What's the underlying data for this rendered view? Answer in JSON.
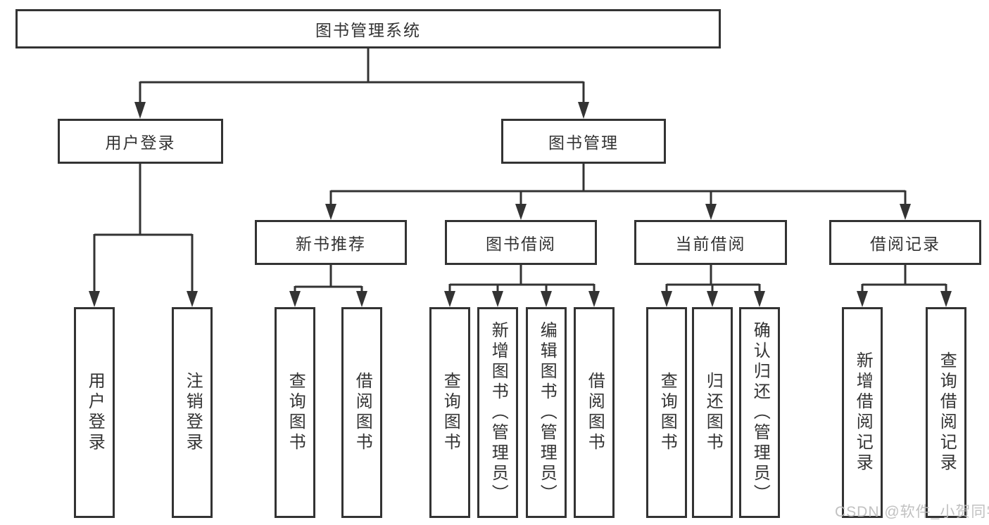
{
  "diagram": {
    "root": {
      "label": "图书管理系统"
    },
    "level2": [
      {
        "label": "用户登录",
        "children": [
          "用户登录",
          "注销登录"
        ]
      },
      {
        "label": "图书管理"
      }
    ],
    "level3": [
      {
        "label": "新书推荐",
        "children": [
          "查询图书",
          "借阅图书"
        ]
      },
      {
        "label": "图书借阅",
        "children": [
          "查询图书",
          "新增图书（管理员）",
          "编辑图书（管理员）",
          "借阅图书"
        ]
      },
      {
        "label": "当前借阅",
        "children": [
          "查询图书",
          "归还图书",
          "确认归还（管理员）"
        ]
      },
      {
        "label": "借阅记录",
        "children": [
          "新增借阅记录",
          "查询借阅记录"
        ]
      }
    ],
    "watermark": "CSDN @软件_小贺同学",
    "colors": {
      "line": "#333333",
      "text": "#333333",
      "watermark": "#bcbcbc",
      "background": "#ffffff"
    }
  }
}
